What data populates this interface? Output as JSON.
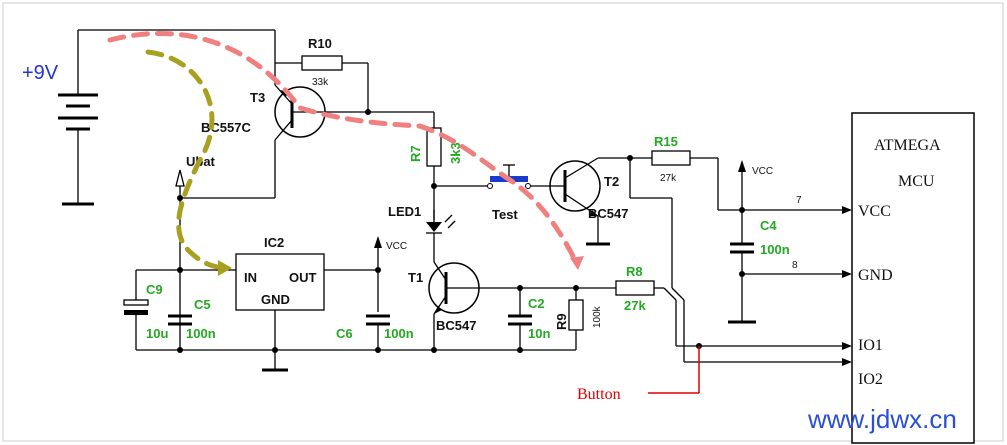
{
  "source_label": "+9V",
  "components": {
    "r10": {
      "ref": "R10",
      "value": "33k"
    },
    "t3": {
      "ref": "T3",
      "part": "BC557C"
    },
    "ubat": "Ubat",
    "r7": {
      "ref": "R7",
      "value": "3k3"
    },
    "led1": "LED1",
    "test": "Test",
    "t2": {
      "ref": "T2",
      "part": "BC547"
    },
    "r15": {
      "ref": "R15",
      "value": "27k"
    },
    "vcc_a": "VCC",
    "vcc_b": "VCC",
    "c4": {
      "ref": "C4",
      "value": "100n"
    },
    "ic2": {
      "ref": "IC2",
      "in": "IN",
      "out": "OUT",
      "gnd": "GND"
    },
    "c9": {
      "ref": "C9",
      "value": "10u"
    },
    "c5": {
      "ref": "C5",
      "value": "100n"
    },
    "c6": {
      "ref": "C6",
      "value": "100n"
    },
    "t1": {
      "ref": "T1",
      "part": "BC547"
    },
    "c2": {
      "ref": "C2",
      "value": "10n"
    },
    "r9": {
      "ref": "R9",
      "value": "100k"
    },
    "r8": {
      "ref": "R8",
      "value": "27k"
    },
    "button_label": "Button"
  },
  "mcu": {
    "title_line1": "ATMEGA",
    "title_line2": "MCU",
    "pins": {
      "vcc": "VCC",
      "gnd": "GND",
      "io1": "IO1",
      "io2": "IO2"
    },
    "pin_numbers": {
      "vcc": "7",
      "gnd": "8"
    }
  },
  "watermark": "www.jdwx.cn",
  "colors": {
    "current_path": "#f08080",
    "regulator_path": "#a8a020",
    "label_green": "#22aa22",
    "label_blue": "#2233dd",
    "button_red": "#dd0000",
    "pushbutton": "#1a3acc",
    "frame": "#cccccc"
  }
}
